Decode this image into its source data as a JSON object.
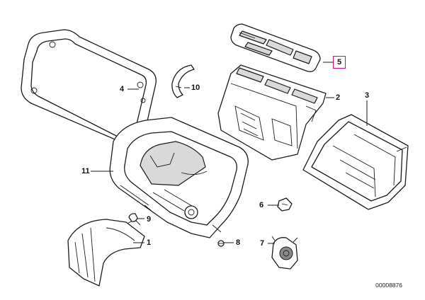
{
  "diagram": {
    "callouts": {
      "c1": "1",
      "c2": "2",
      "c3": "3",
      "c4": "4",
      "c5": "5",
      "c6": "6",
      "c7": "7",
      "c8": "8",
      "c9": "9",
      "c10": "10",
      "c11": "11"
    },
    "highlighted_callout": "5",
    "highlight_color": "#c8107a",
    "drawing_id": "00008876"
  }
}
